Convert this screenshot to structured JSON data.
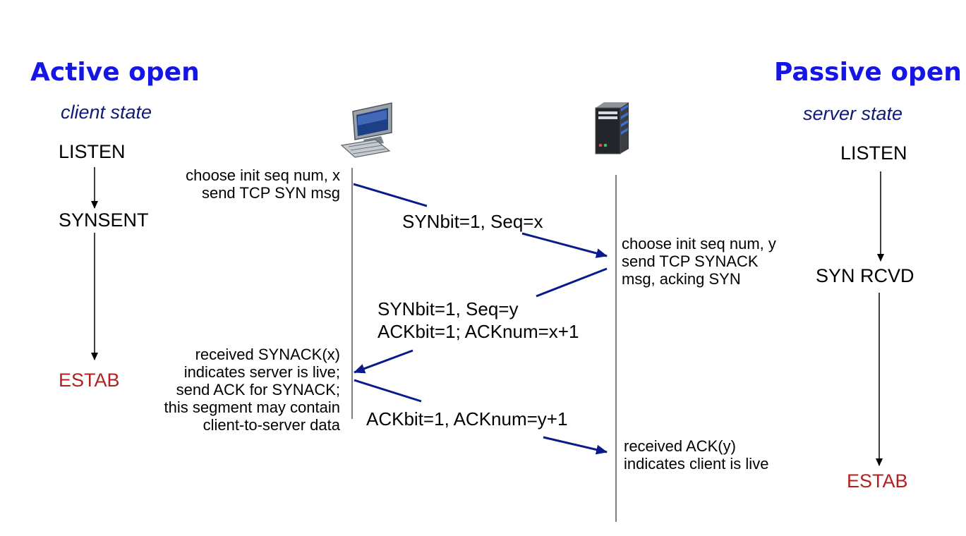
{
  "headings": {
    "left": "Active open",
    "right": "Passive open"
  },
  "labels": {
    "client": "client state",
    "server": "server state"
  },
  "client_states": [
    "LISTEN",
    "SYNSENT",
    "ESTAB"
  ],
  "server_states": [
    "LISTEN",
    "SYN RCVD",
    "ESTAB"
  ],
  "client_notes": {
    "syn": [
      "choose init seq num, x",
      "send TCP SYN msg"
    ],
    "synack_received": [
      "received SYNACK(x)",
      "indicates server is live;",
      "send ACK for SYNACK;",
      "this segment may contain",
      "client-to-server data"
    ]
  },
  "server_notes": {
    "synack": [
      "choose init seq num, y",
      "send TCP SYNACK",
      "msg, acking SYN"
    ],
    "ack_received": [
      "received ACK(y)",
      "indicates client is live"
    ]
  },
  "messages": {
    "syn": [
      "SYNbit=1, Seq=x"
    ],
    "synack": [
      "SYNbit=1, Seq=y",
      "ACKbit=1; ACKnum=x+1"
    ],
    "ack": [
      "ACKbit=1, ACKnum=y+1"
    ]
  },
  "colors": {
    "heading": "#1515e6",
    "arrow": "#0a1a8c",
    "estab": "#b42020",
    "sublabel": "#0f1a78"
  },
  "icons": {
    "client": "desktop-computer-icon",
    "server": "server-tower-icon"
  }
}
